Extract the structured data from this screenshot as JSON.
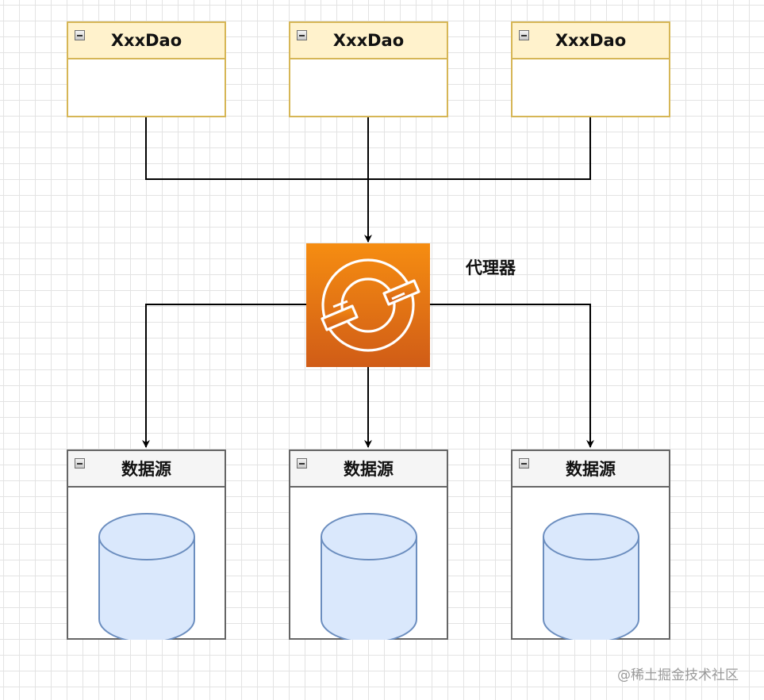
{
  "daos": [
    {
      "title": "XxxDao"
    },
    {
      "title": "XxxDao"
    },
    {
      "title": "XxxDao"
    }
  ],
  "proxy": {
    "label": "代理器",
    "icon": "openshift-proxy-icon",
    "gradient_top": "#f68d11",
    "gradient_bottom": "#d05c17"
  },
  "datasources": [
    {
      "title": "数据源"
    },
    {
      "title": "数据源"
    },
    {
      "title": "数据源"
    }
  ],
  "watermark": "@稀土掘金技术社区",
  "colors": {
    "dao_fill": "#fff2cc",
    "dao_border": "#d6b656",
    "ds_header_fill": "#f5f5f5",
    "ds_border": "#666666",
    "cylinder_fill": "#dae8fc",
    "cylinder_stroke": "#6c8ebf",
    "connector": "#000000"
  }
}
